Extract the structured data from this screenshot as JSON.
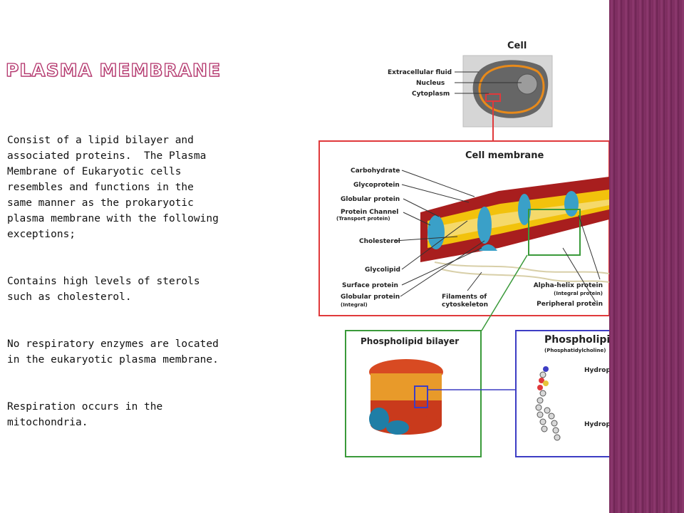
{
  "slide": {
    "title": "Plasma Membrane",
    "paragraphs": [
      "Consist of a lipid bilayer and associated proteins.  The Plasma Membrane of Eukaryotic cells resembles and functions in the same manner as the prokaryotic plasma membrane with the following exceptions;",
      "Contains high levels of sterols such as cholesterol.",
      "No respiratory enzymes are located in the eukaryotic plasma membrane.",
      "Respiration occurs in the mitochondria."
    ]
  },
  "diagram": {
    "cell": {
      "title": "Cell",
      "labels": [
        "Extracellular fluid",
        "Nucleus",
        "Cytoplasm"
      ]
    },
    "membrane": {
      "title": "Cell membrane",
      "left_labels": [
        "Carbohydrate",
        "Glycoprotein",
        "Globular protein",
        "Protein Channel",
        "(Transport protein)",
        "Cholesterol",
        "Glycolipid",
        "Surface protein",
        "Globular protein",
        "(Integral)"
      ],
      "bottom_labels": [
        "Filaments of",
        "cytoskeleton"
      ],
      "right_labels": [
        "Alpha-helix protein",
        "(Integral protein)",
        "Peripheral protein"
      ]
    },
    "bilayer": {
      "title": "Phospholipid bilayer"
    },
    "phospholipid": {
      "title": "Phospholipid",
      "subtitle": "(Phosphatidylcholine)",
      "labels": [
        "Hydrophilic head",
        "Hydrophobic tail"
      ]
    }
  },
  "colors": {
    "title_outline": "#b3346b",
    "band": "#7a2b5c",
    "red_box": "#e0393b",
    "green_box": "#3a9a3a",
    "blue_box": "#3d3dc4"
  }
}
